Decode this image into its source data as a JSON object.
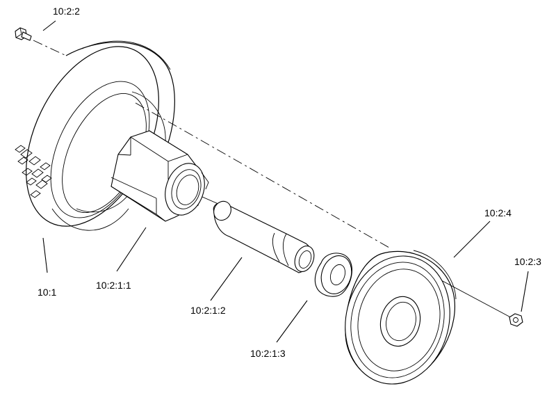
{
  "callouts": {
    "bolt": "10:2:2",
    "tire": "10:1",
    "hub": "10:2:1:1",
    "axle": "10:2:1:2",
    "washer": "10:2:1:3",
    "rim": "10:2:4",
    "nut": "10:2:3"
  },
  "colors": {
    "line": "#000000",
    "background": "#ffffff"
  }
}
